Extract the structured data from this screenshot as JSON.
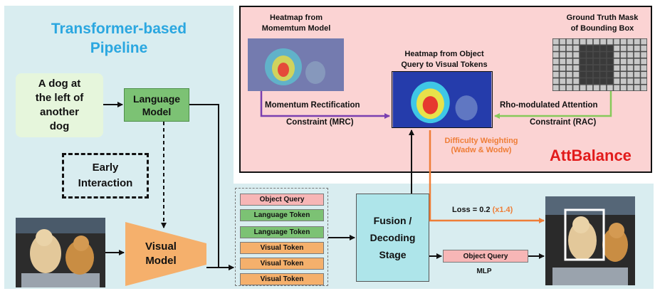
{
  "pipeline": {
    "title": "Transformer-based\nPipeline",
    "text_input": "A dog at\nthe left of\nanother\ndog",
    "language_model": "Language\nModel",
    "early_interaction": "Early\nInteraction",
    "visual_model": "Visual\nModel"
  },
  "tokens": [
    "Object Query",
    "Language Token",
    "Language Token",
    "Visual Token",
    "Visual Token",
    "Visual Token"
  ],
  "fusion": "Fusion /\nDecoding\nStage",
  "output_query": "Object Query",
  "mlp": "MLP",
  "loss": {
    "text": "Loss = 0.2",
    "factor": "(x1.4)"
  },
  "attbalance": {
    "title": "AttBalance",
    "heatmap_momentum": "Heatmap from\nMomemtum Model",
    "heatmap_object": "Heatmap from Object\nQuery to Visual Tokens",
    "ground_truth": "Ground Truth Mask\nof Bounding Box",
    "mrc_label": "Momentum Rectification",
    "mrc_sub": "Constraint (MRC)",
    "rac_label": "Rho-modulated Attention",
    "rac_sub": "Constraint (RAC)",
    "difficulty": "Difficulty Weighting\n(Wadw & Wodw)"
  },
  "colors": {
    "pipeline_bg": "#d9edf0",
    "attbalance_bg": "#fbd3d3",
    "title_blue": "#2ba7e0",
    "attbalance_red": "#e21b1b",
    "orange": "#ef7d36",
    "purple": "#7a3fb0",
    "green_arrow": "#86c95a"
  }
}
